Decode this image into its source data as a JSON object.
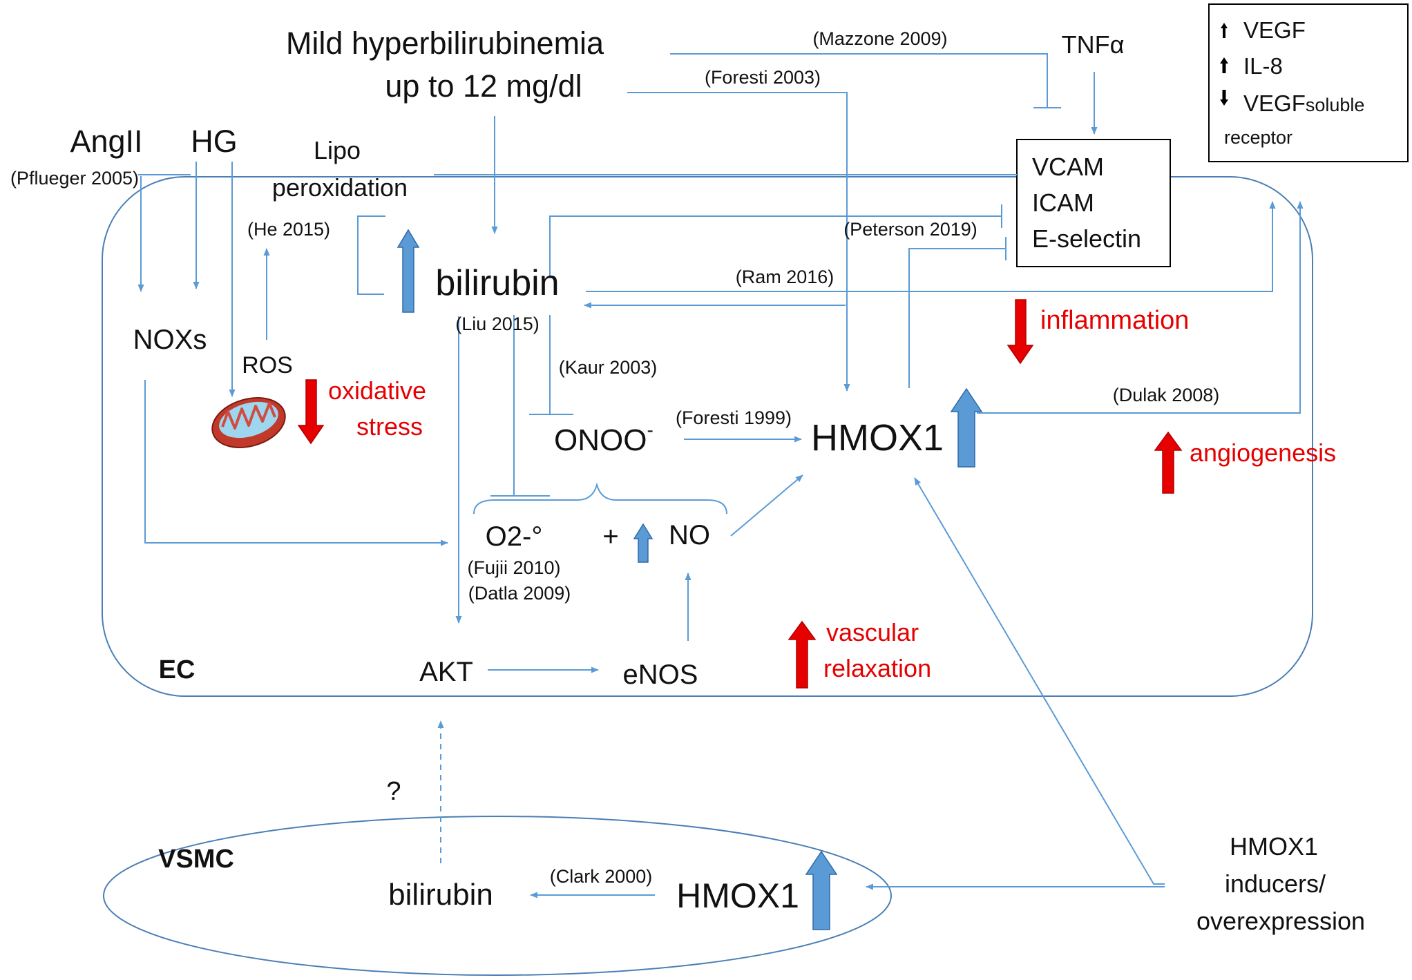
{
  "inputs": {
    "hyperbilirubinemia_l1": "Mild hyperbilirubinemia",
    "hyperbilirubinemia_l2": "up to 12 mg/dl",
    "tnf": "TNFα",
    "angii": "AngII",
    "hg": "HG"
  },
  "legend": {
    "vegf": "VEGF",
    "il8": "IL-8",
    "vegf_sol_main": "VEGF",
    "vegf_sol_sub": "soluble",
    "receptor": "receptor"
  },
  "adhesion": {
    "vcam": "VCAM",
    "icam": "ICAM",
    "eselectin": "E-selectin"
  },
  "ec": {
    "label": "EC",
    "lipo_l1": "Lipo",
    "lipo_l2": "peroxidation",
    "bilirubin": "bilirubin",
    "noxs": "NOXs",
    "ros": "ROS",
    "onoo": "ONOO",
    "onoo_sup": "-",
    "hmox1": "HMOX1",
    "o2": "O2-°",
    "plus": "+",
    "no": "NO",
    "akt": "AKT",
    "enos": "eNOS"
  },
  "effects": {
    "oxidative_l1": "oxidative",
    "oxidative_l2": "stress",
    "inflammation": "inflammation",
    "angiogenesis": "angiogenesis",
    "vascular_l1": "vascular",
    "vascular_l2": "relaxation"
  },
  "citations": {
    "mazzone": "(Mazzone 2009)",
    "foresti2003": "(Foresti 2003)",
    "pflueger": "(Pflueger 2005)",
    "he": "(He 2015)",
    "peterson": "(Peterson 2019)",
    "ram": "(Ram 2016)",
    "liu": "(Liu 2015)",
    "kaur": "(Kaur 2003)",
    "dulak": "(Dulak 2008)",
    "foresti1999": "(Foresti 1999)",
    "fujii": "(Fujii 2010)",
    "datla": "(Datla 2009)",
    "clark": "(Clark 2000)"
  },
  "vsmc": {
    "label": "VSMC",
    "bilirubin": "bilirubin",
    "hmox1": "HMOX1",
    "question": "?"
  },
  "inducers": {
    "l1": "HMOX1",
    "l2": "inducers/",
    "l3": "overexpression"
  },
  "colors": {
    "line": "#5b9bd5",
    "blue_arrow": "#5b9bd5",
    "red_arrow": "#e60000",
    "effect_text": "#e60000"
  }
}
